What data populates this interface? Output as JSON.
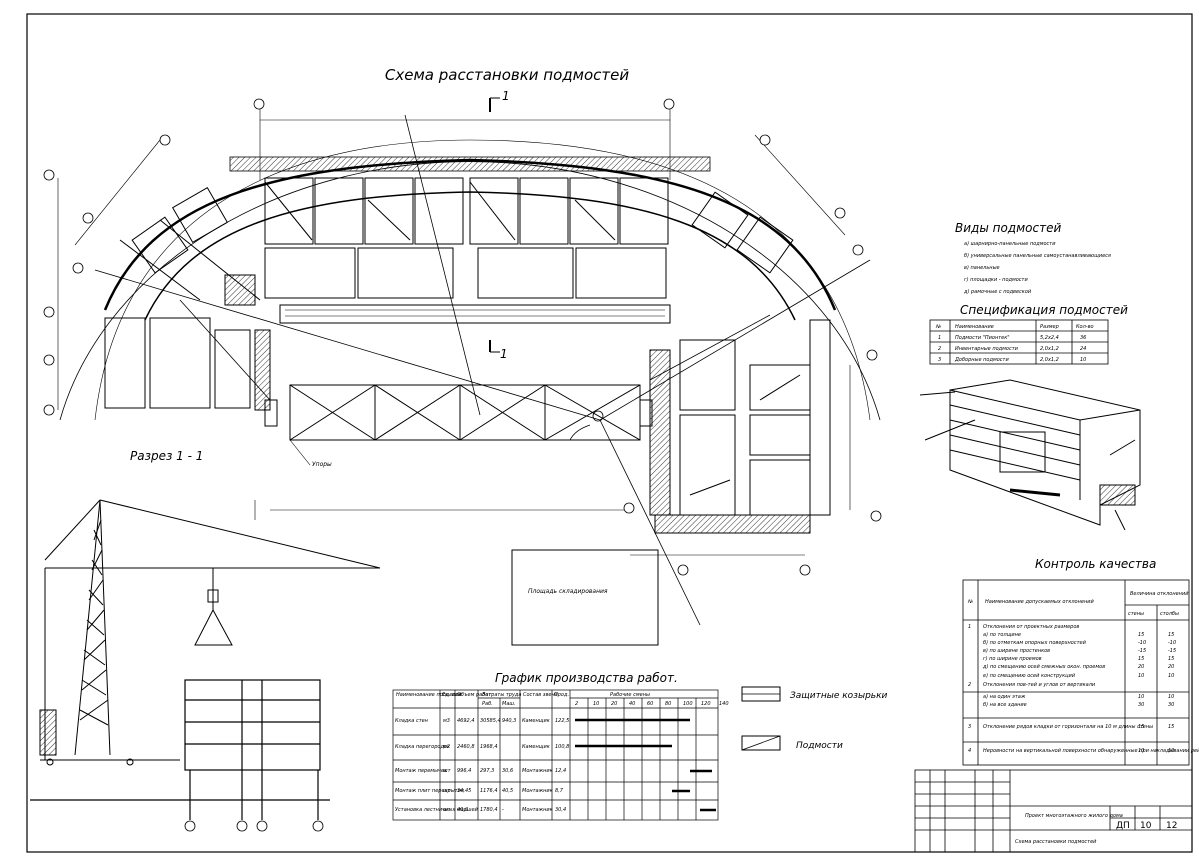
{
  "titles": {
    "plan": "Схема расстановки подмостей",
    "section": "Разрез 1 - 1",
    "scaffold_types": "Виды подмостей",
    "spec": "Спецификация подмостей",
    "schedule": "График производства работ.",
    "quality": "Контроль качества"
  },
  "plan_labels": {
    "cut_1_top": "1",
    "cut_1_bottom": "1",
    "stop_label": "Упоры",
    "storage": "Площадь складирования"
  },
  "scaffold_types": [
    "а) шарнирно-панельные подмости",
    "б) универсальные панельные самоустанавливающиеся",
    "в) панельные",
    "г) площадки - подмости",
    "д) рамочные с подвеской"
  ],
  "spec": {
    "headers": [
      "№",
      "Наименование",
      "Размер",
      "Кол-во"
    ],
    "rows": [
      [
        "1",
        "Подмости \"Пионтек\"",
        "5,2х2,4",
        "36"
      ],
      [
        "2",
        "Инвентарные подмости",
        "2,0х1,2",
        "24"
      ],
      [
        "3",
        "Доборные подмости",
        "2,0х1,2",
        "10"
      ]
    ]
  },
  "legend": {
    "guard": "Защитные козырьки",
    "scaffold": "Подмости"
  },
  "quality": {
    "col_no": "№",
    "col_name": "Наименование допускаемых отклонений",
    "col_tol": "Величина отклонений",
    "col_walls": "стены",
    "col_pillars": "столбы",
    "rows": [
      {
        "no": "1",
        "text": "Отклонения от проектных размеров",
        "a": "",
        "b": ""
      },
      {
        "no": "",
        "text": "а) по толщине",
        "a": "15",
        "b": "15"
      },
      {
        "no": "",
        "text": "б) по отметкам опорных поверхностей",
        "a": "-10",
        "b": "-10"
      },
      {
        "no": "",
        "text": "в) по ширине простенков",
        "a": "-15",
        "b": "-15"
      },
      {
        "no": "",
        "text": "г) по ширине проемов",
        "a": "15",
        "b": "15"
      },
      {
        "no": "",
        "text": "д) по смещению осей смежных окон. проемов",
        "a": "20",
        "b": "20"
      },
      {
        "no": "",
        "text": "е) по смещению осей конструкций",
        "a": "10",
        "b": "10"
      },
      {
        "no": "2",
        "text": "Отклонения пов-тей и углов от вертикали",
        "a": "",
        "b": ""
      },
      {
        "no": "",
        "text": "а) на один этаж",
        "a": "10",
        "b": "10"
      },
      {
        "no": "",
        "text": "б) на все здание",
        "a": "30",
        "b": "30"
      },
      {
        "no": "3",
        "text": "Отклонение рядов кладки от горизонтали на 10 м длины стены",
        "a": "15",
        "b": "15"
      },
      {
        "no": "4",
        "text": "Неровности на вертикальной поверхности обнаруженные при накладывании рейки",
        "a": "10",
        "b": "10"
      }
    ]
  },
  "schedule": {
    "headers": [
      "Наименование процесса",
      "Ед. изм.",
      "Объем работ",
      "Затраты труда",
      "Состав звена",
      "Прод.",
      "Рабочие смены"
    ],
    "sub": [
      "Раб.",
      "Маш."
    ],
    "days": [
      "2",
      "10",
      "20",
      "40",
      "60",
      "80",
      "100",
      "120",
      "140"
    ],
    "rows": [
      {
        "name": "Кладка стен",
        "unit": "м3",
        "vol": "4692,4",
        "lab": "30585,4",
        "mach": "940,3",
        "crew": "Каменщик",
        "dur": "122,5"
      },
      {
        "name": "Кладка перегородок",
        "unit": "м2",
        "vol": "2460,8",
        "lab": "1968,4",
        "mach": "",
        "crew": "Каменщик",
        "dur": "100,8"
      },
      {
        "name": "Монтаж перемычек",
        "unit": "шт",
        "vol": "996,4",
        "lab": "297,3",
        "mach": "30,6",
        "crew": "Монтажник",
        "dur": "12,4"
      },
      {
        "name": "Монтаж плит перекрытия",
        "unit": "шт",
        "vol": "34,45",
        "lab": "1176,4",
        "mach": "40,5",
        "crew": "Монтажник",
        "dur": "8,7"
      },
      {
        "name": "Установка лестничных маршей",
        "unit": "шт",
        "vol": "40,0",
        "lab": "1780,4",
        "mach": "-",
        "crew": "Монтажник",
        "dur": "30,4"
      }
    ]
  },
  "title_block": {
    "project": "Проект многоэтажного жилого дома",
    "sheet_name": "Схема расстановки подмостей",
    "doc": "ДП",
    "sheet": "10",
    "sheets": "12"
  }
}
